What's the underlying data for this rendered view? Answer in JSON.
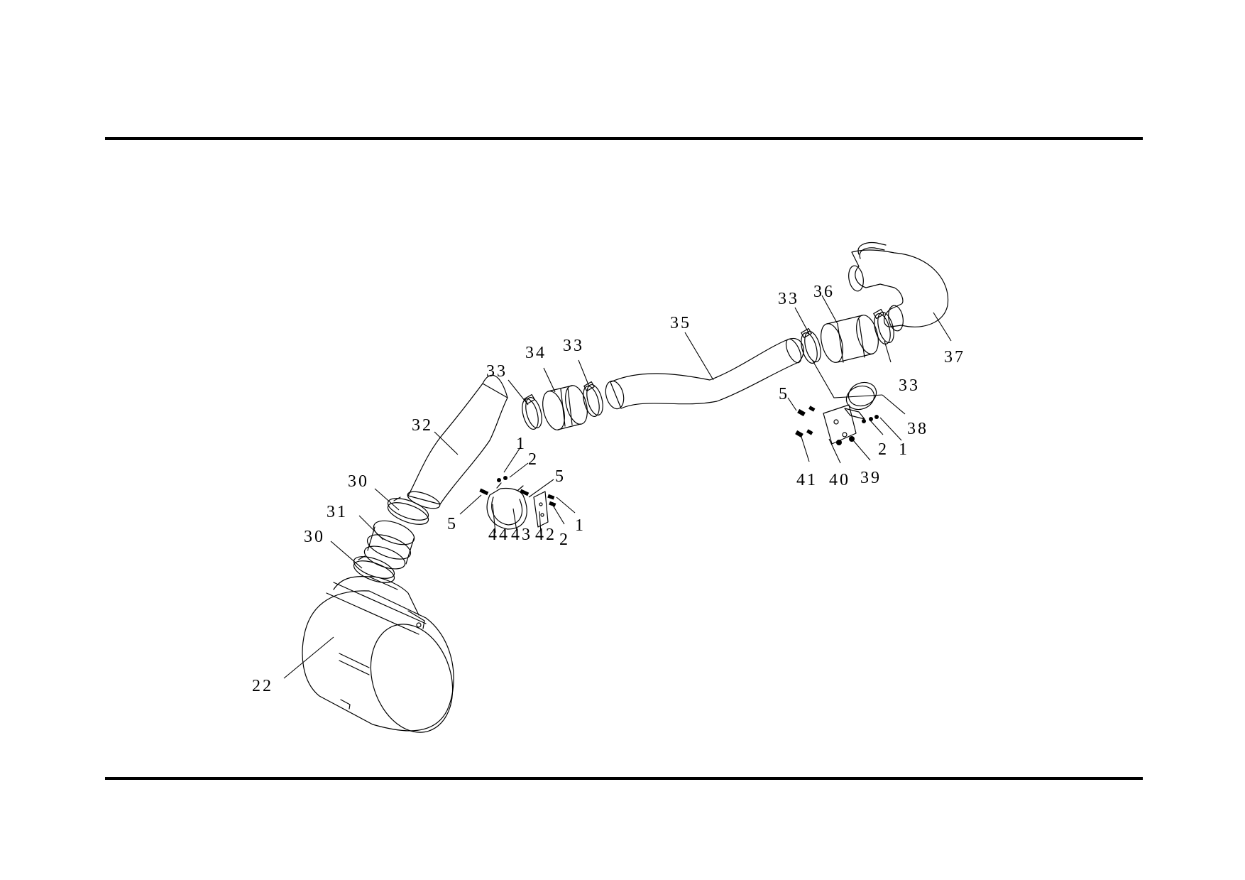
{
  "diagram": {
    "callouts": {
      "c22": "22",
      "c30a": "30",
      "c30b": "30",
      "c31": "31",
      "c32": "32",
      "c33a": "33",
      "c34": "34",
      "c33b": "33",
      "c35": "35",
      "c33c": "33",
      "c36": "36",
      "c33d": "33",
      "c37": "37",
      "c38": "38",
      "c5a": "5",
      "c1a": "1",
      "c2a": "2",
      "c41": "41",
      "c40": "40",
      "c39": "39",
      "c1b": "1",
      "c2b": "2",
      "c5b": "5",
      "c5c": "5",
      "c44": "44",
      "c43": "43",
      "c42": "42",
      "c2c": "2",
      "c1c": "1"
    }
  }
}
